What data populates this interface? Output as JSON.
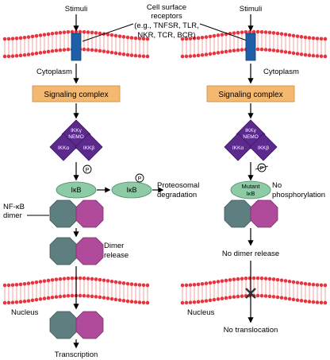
{
  "labels": {
    "stimuli_left": "Stimuli",
    "stimuli_right": "Stimuli",
    "receptors_line1": "Cell surface",
    "receptors_line2": "receptors",
    "receptors_line3": "(e.g., TNFSR, TLR,",
    "receptors_line4": "NKR, TCR, BCR)",
    "cytoplasm_left": "Cytoplasm",
    "cytoplasm_right": "Cytoplasm",
    "signaling_left": "Signaling complex",
    "signaling_right": "Signaling complex",
    "ikkg_left_line1": "IKKγ",
    "ikkg_left_line2": "NEMO",
    "ikka_left": "IKKα",
    "ikkb_left": "IKKβ",
    "ikkg_right_line1": "IKKγ",
    "ikkg_right_line2": "NEMO",
    "ikka_right": "IKKα",
    "ikkb_right": "IKKβ",
    "phospho_left": "P",
    "phospho_free": "P",
    "phospho_right": "P",
    "ikb_bound": "IκB",
    "ikb_free": "IκB",
    "proteasomal_line1": "Proteosomal",
    "proteasomal_line2": "degradation",
    "nfkb_line1": "NF-κB",
    "nfkb_line2": "dimer",
    "mutant_line1": "Mutant",
    "mutant_line2": "IκB",
    "no_phos_line1": "No",
    "no_phos_line2": "phosphorylation",
    "dimer_release_line1": "Dimer",
    "dimer_release_line2": "release",
    "no_dimer_release": "No dimer release",
    "nucleus_left": "Nucleus",
    "nucleus_right": "Nucleus",
    "no_translocation": "No translocation",
    "transcription": "Transcription"
  },
  "colors": {
    "membrane_head": "#e8343f",
    "membrane_tail": "#f5c4c4",
    "receptor": "#1f5fa8",
    "signaling_box": "#f4b870",
    "ikk_diamond": "#5b2a8c",
    "ikb_ellipse": "#8fcaa6",
    "dimer_gray": "#5e7f80",
    "dimer_purple": "#b04a9a",
    "cross": "#333333"
  }
}
